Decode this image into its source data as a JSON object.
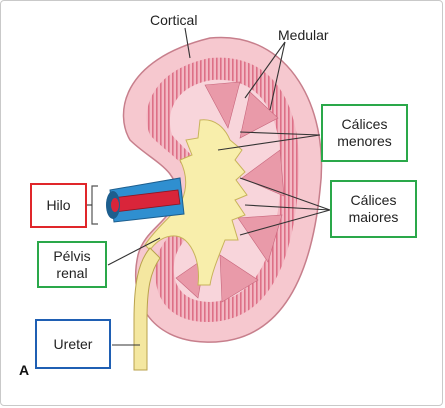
{
  "labels": {
    "cortical": "Cortical",
    "medular": "Medular",
    "calices_menores": [
      "Cálices",
      "menores"
    ],
    "calices_maiores": [
      "Cálices",
      "maiores"
    ],
    "hilo": "Hilo",
    "pelvis_renal": [
      "Pélvis",
      "renal"
    ],
    "ureter": "Ureter",
    "figure_letter": "A"
  },
  "colors": {
    "cortex": "#f6c8cf",
    "medulla_stripes": "#d8607a",
    "sinus": "#f8eeab",
    "ureter": "#f4e7a0",
    "artery": "#d9253a",
    "vein": "#2f8fd0",
    "green_box": "#2aa84a",
    "red_box": "#e0262a",
    "blue_box": "#1f5fb3"
  }
}
